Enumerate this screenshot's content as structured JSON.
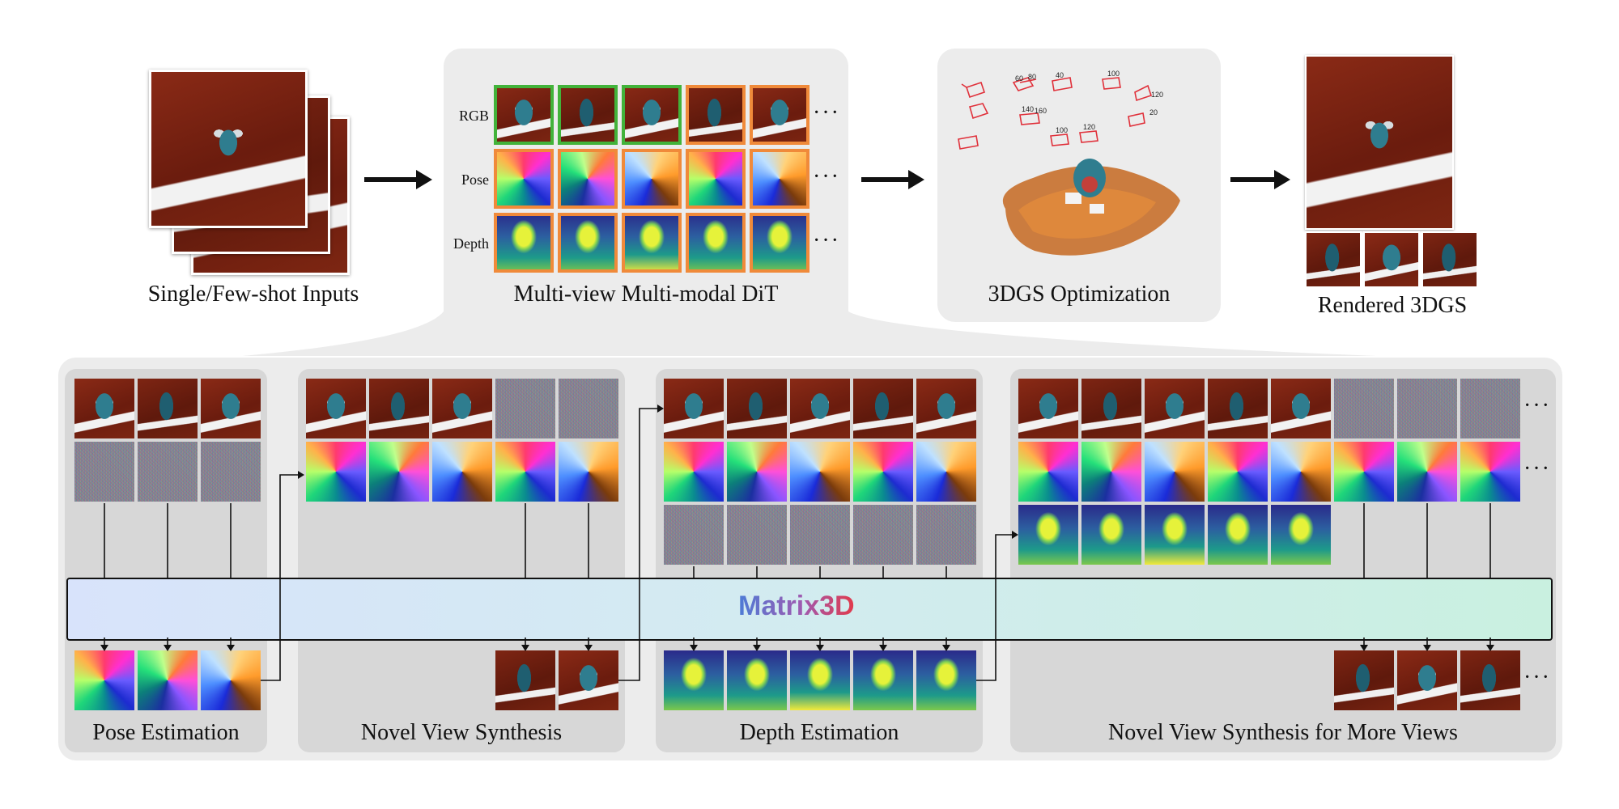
{
  "top": {
    "inputs_caption": "Single/Few-shot Inputs",
    "dit_caption": "Multi-view Multi-modal DiT",
    "gs_caption": "3DGS Optimization",
    "rendered_caption": "Rendered 3DGS",
    "row_labels": [
      "RGB",
      "Pose",
      "Depth"
    ],
    "ellipsis": "···",
    "camera_labels": [
      "60",
      "80",
      "40",
      "100",
      "120",
      "20",
      "140",
      "160",
      "100",
      "120"
    ]
  },
  "matrix": {
    "label": "Matrix3D"
  },
  "tasks": [
    {
      "caption": "Pose Estimation"
    },
    {
      "caption": "Novel View Synthesis"
    },
    {
      "caption": "Depth Estimation"
    },
    {
      "caption": "Novel View Synthesis for More Views"
    }
  ],
  "ellipsis": "···",
  "colors": {
    "input_border": "#42b33a",
    "generated_border": "#f08a3a",
    "panel": "#ececec",
    "subpanel": "#d7d7d7"
  }
}
